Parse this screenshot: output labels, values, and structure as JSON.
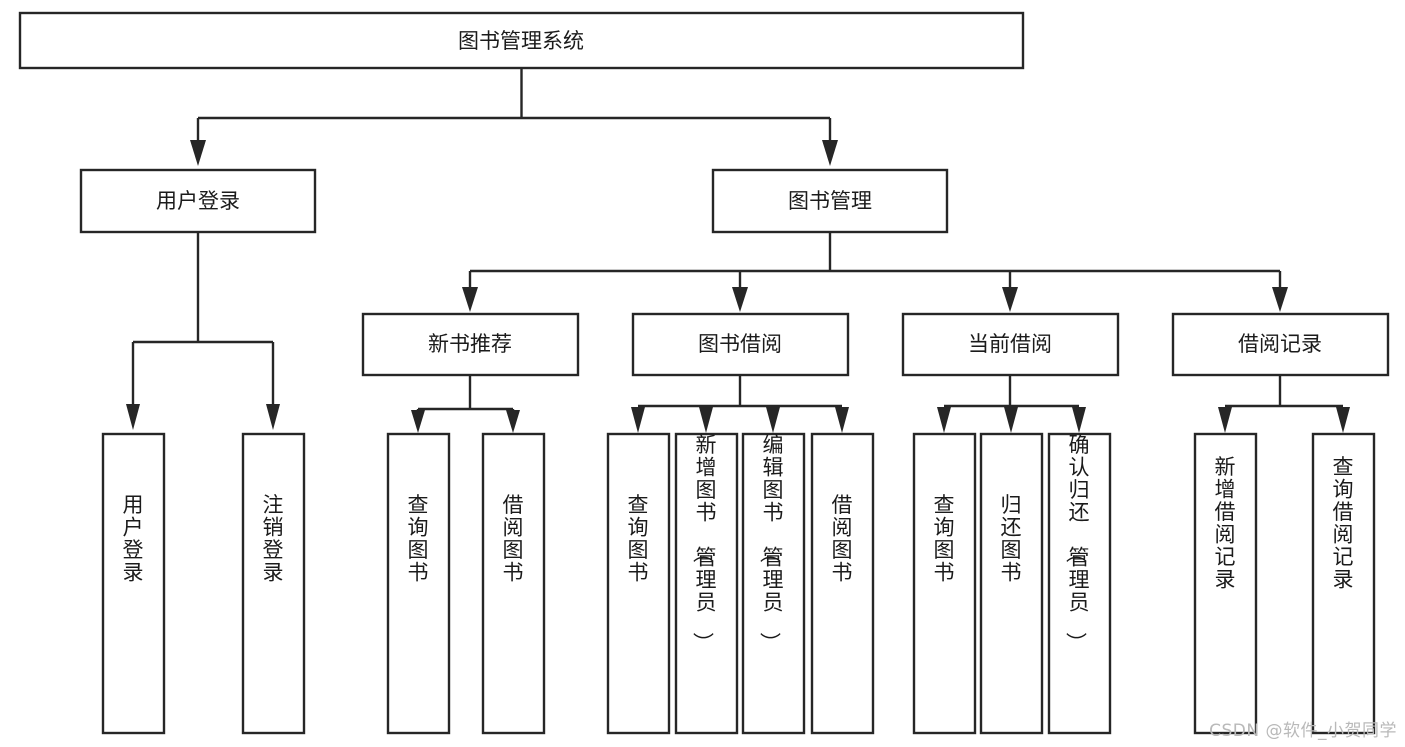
{
  "diagram": {
    "type": "tree-hierarchy",
    "title": "图书管理系统",
    "watermark": "CSDN @软件_小贺同学",
    "colors": {
      "box_stroke": "#262626",
      "box_fill": "#ffffff",
      "text": "#1b1b1b",
      "background": "#ffffff",
      "watermark": "#b9b9b9"
    },
    "levels": {
      "level0": [
        {
          "id": "root",
          "label": "图书管理系统"
        }
      ],
      "level1": [
        {
          "id": "user-login",
          "label": "用户登录",
          "parent": "root"
        },
        {
          "id": "book-manage",
          "label": "图书管理",
          "parent": "root"
        }
      ],
      "level2": [
        {
          "id": "new-book-rec",
          "label": "新书推荐",
          "parent": "book-manage"
        },
        {
          "id": "book-borrow",
          "label": "图书借阅",
          "parent": "book-manage"
        },
        {
          "id": "current-borrow",
          "label": "当前借阅",
          "parent": "book-manage"
        },
        {
          "id": "borrow-record",
          "label": "借阅记录",
          "parent": "book-manage"
        }
      ],
      "level3": [
        {
          "id": "leaf-user-login",
          "label": "用户登录",
          "parent": "user-login"
        },
        {
          "id": "leaf-logout",
          "label": "注销登录",
          "parent": "user-login"
        },
        {
          "id": "leaf-query-book-1",
          "label": "查询图书",
          "parent": "new-book-rec"
        },
        {
          "id": "leaf-borrow-book-1",
          "label": "借阅图书",
          "parent": "new-book-rec"
        },
        {
          "id": "leaf-query-book-2",
          "label": "查询图书",
          "parent": "book-borrow"
        },
        {
          "id": "leaf-add-book",
          "label": "新增图书（管理员）",
          "parent": "book-borrow"
        },
        {
          "id": "leaf-edit-book",
          "label": "编辑图书（管理员）",
          "parent": "book-borrow"
        },
        {
          "id": "leaf-borrow-book-2",
          "label": "借阅图书",
          "parent": "book-borrow"
        },
        {
          "id": "leaf-query-book-3",
          "label": "查询图书",
          "parent": "current-borrow"
        },
        {
          "id": "leaf-return-book",
          "label": "归还图书",
          "parent": "current-borrow"
        },
        {
          "id": "leaf-confirm-return",
          "label": "确认归还（管理员）",
          "parent": "current-borrow"
        },
        {
          "id": "leaf-add-record",
          "label": "新增借阅记录",
          "parent": "borrow-record"
        },
        {
          "id": "leaf-query-record",
          "label": "查询借阅记录",
          "parent": "borrow-record"
        }
      ]
    }
  }
}
